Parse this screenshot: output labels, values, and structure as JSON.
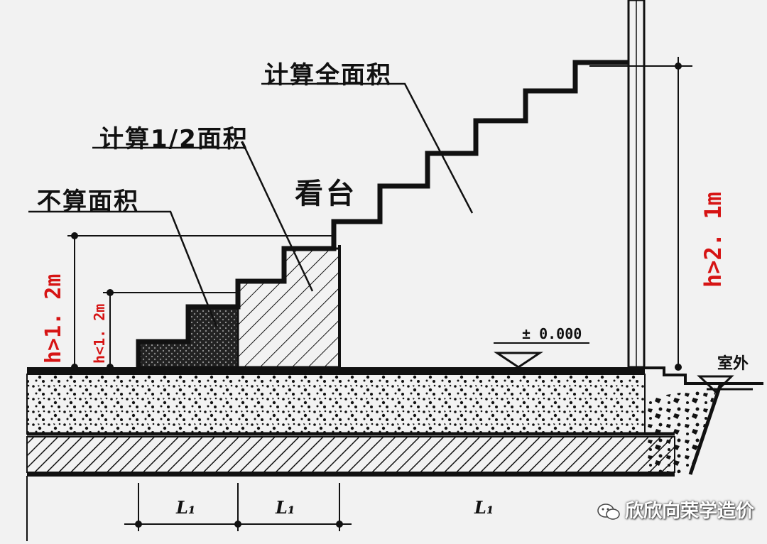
{
  "labels": {
    "full_area": "计算全面积",
    "half_area": "计算1/2面积",
    "no_area": "不算面积",
    "stand": "看台",
    "elevation": "± 0.000",
    "outdoor": "室外"
  },
  "dimensions": {
    "h_gt_1_2": "h>1. 2m",
    "h_lt_1_2": "h<1. 2m",
    "h_gt_2_1": "h>2. 1m",
    "l1_a": "L₁",
    "l1_b": "L₁",
    "l1_c": "L₁"
  },
  "watermark": {
    "text": "欣欣向荣学造价",
    "icon": "wechat-icon"
  },
  "colors": {
    "line": "#111111",
    "accent_red": "#d61414",
    "background": "#f2f2f2"
  }
}
